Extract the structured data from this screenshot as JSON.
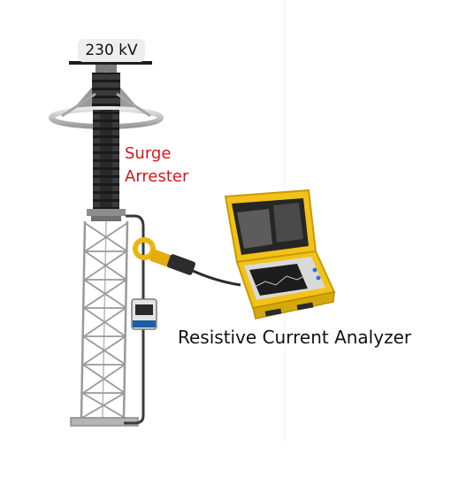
{
  "voltage_label": "230 kV",
  "surge_arrester": {
    "line1": "Surge",
    "line2": "Arrester"
  },
  "analyzer_label": "Resistive Current Analyzer",
  "colors": {
    "label_red": "#d8141b",
    "case_yellow": "#f2c21a",
    "insulator_dark": "#2b2b2b",
    "tower_steel": "#9a9a9a"
  },
  "icons": [
    "surge-arrester-icon",
    "lattice-tower-icon",
    "clamp-sensor-icon",
    "counter-box-icon",
    "analyzer-case-icon"
  ]
}
